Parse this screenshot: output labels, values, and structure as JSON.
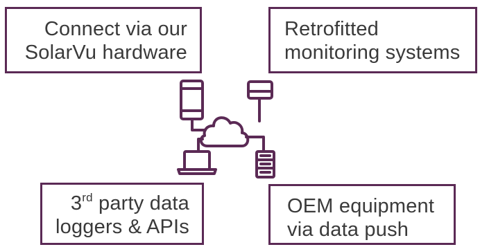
{
  "colors": {
    "border": "#5b2a55",
    "icon": "#5b2a55",
    "text": "#3a3a3a"
  },
  "icons": [
    "tablet-icon",
    "monitor-icon",
    "cloud-icon",
    "laptop-icon",
    "server-icon"
  ],
  "boxes": {
    "top_left": {
      "line1": "Connect via our",
      "line2": "SolarVu hardware"
    },
    "top_right": {
      "line1": "Retrofitted",
      "line2": "monitoring systems"
    },
    "bottom_left": {
      "line1_num": "3",
      "line1_sup": "rd",
      "line1_rest": " party data",
      "line2": "loggers & APIs"
    },
    "bottom_right": {
      "line1": "OEM equipment",
      "line2": "via data push"
    }
  }
}
